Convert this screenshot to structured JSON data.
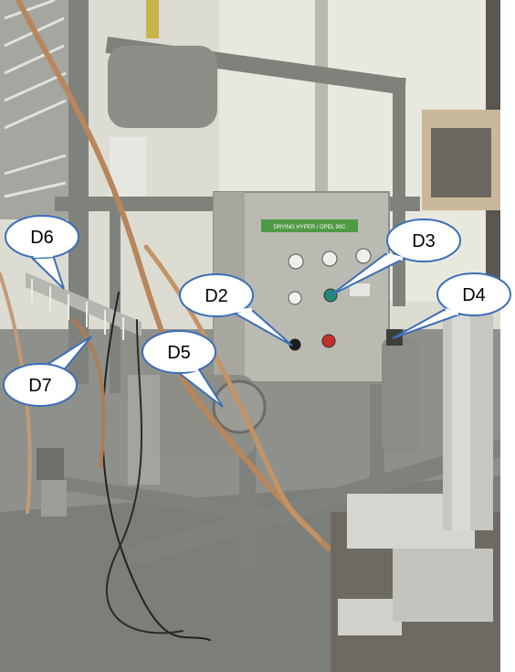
{
  "colors": {
    "wall": "#d9d9cf",
    "floor": "#8f918d",
    "steel": "#8a8c87",
    "panel": "#b9b8b1",
    "callout_border": "#3b6fb6",
    "callout_fill": "#ffffff"
  },
  "panel": {
    "nameplate": "DRYING HYPER / OPEL 90C"
  },
  "callouts": [
    {
      "id": "D6",
      "label": "D6"
    },
    {
      "id": "D7",
      "label": "D7"
    },
    {
      "id": "D5",
      "label": "D5"
    },
    {
      "id": "D2",
      "label": "D2"
    },
    {
      "id": "D3",
      "label": "D3"
    },
    {
      "id": "D4",
      "label": "D4"
    }
  ]
}
